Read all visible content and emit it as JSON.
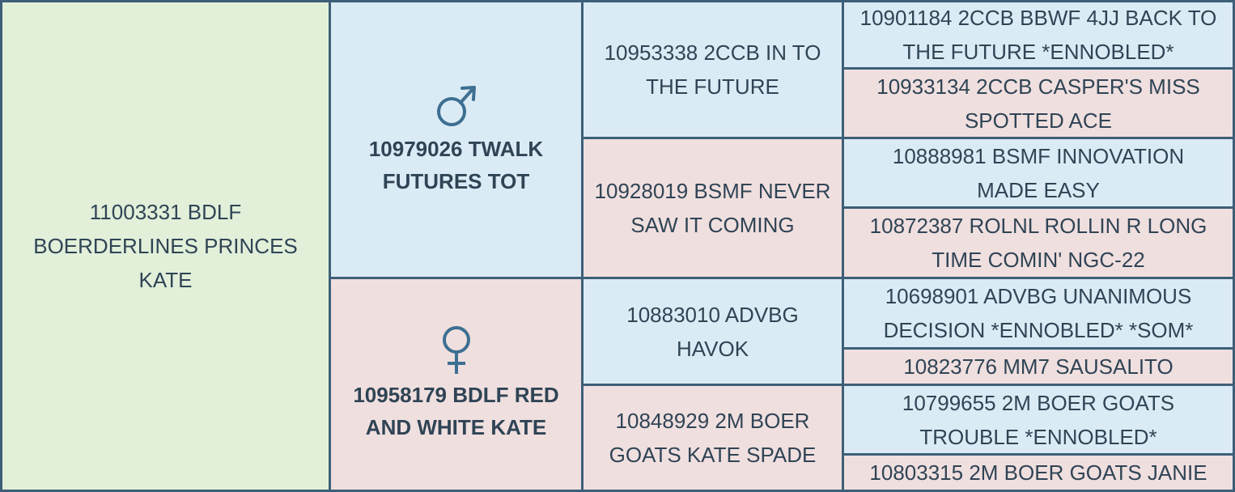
{
  "subject": {
    "name": "11003331 BDLF BOERDERLINES PRINCES KATE"
  },
  "sire": {
    "name": "10979026 TWALK FUTURES TOT",
    "icon": "male-symbol-icon"
  },
  "dam": {
    "name": "10958179 BDLF RED AND WHITE KATE",
    "icon": "female-symbol-icon"
  },
  "sire_sire": {
    "name": "10953338 2CCB IN TO THE FUTURE"
  },
  "sire_dam": {
    "name": "10928019 BSMF NEVER SAW IT COMING"
  },
  "dam_sire": {
    "name": "10883010 ADVBG HAVOK"
  },
  "dam_dam": {
    "name": "10848929 2M BOER GOATS KATE SPADE"
  },
  "ss_sire": {
    "name": "10901184 2CCB BBWF 4JJ BACK TO THE FUTURE *ENNOBLED*"
  },
  "ss_dam": {
    "name": "10933134 2CCB CASPER'S MISS SPOTTED ACE"
  },
  "sd_sire": {
    "name": "10888981 BSMF INNOVATION MADE EASY"
  },
  "sd_dam": {
    "name": "10872387 ROLNL ROLLIN R LONG TIME COMIN' NGC-22"
  },
  "ds_sire": {
    "name": "10698901 ADVBG UNANIMOUS DECISION *ENNOBLED* *SOM*"
  },
  "ds_dam": {
    "name": "10823776 MM7 SAUSALITO"
  },
  "dd_sire": {
    "name": "10799655 2M BOER GOATS TROUBLE *ENNOBLED*"
  },
  "dd_dam": {
    "name": "10803315 2M BOER GOATS JANIE"
  },
  "colors": {
    "border": "#3d5f78",
    "subject_bg": "#e2efd9",
    "male_bg": "#dbebf5",
    "female_bg": "#f0dfdf",
    "text": "#2f4455"
  }
}
